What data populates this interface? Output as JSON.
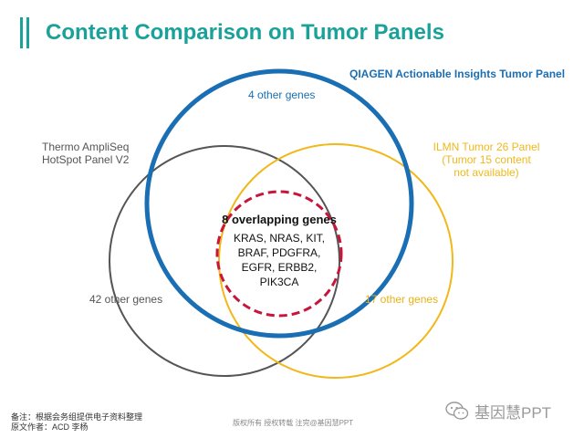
{
  "title": "Content Comparison on Tumor Panels",
  "panels": {
    "qiagen": {
      "label": "QIAGEN Actionable Insights Tumor Panel",
      "color": "#1a6eb4",
      "count_label": "4 other genes"
    },
    "thermo": {
      "label_line1": "Thermo AmpliSeq",
      "label_line2": "HotSpot Panel V2",
      "color": "#555555",
      "count_label": "42 other genes"
    },
    "ilmn": {
      "label_line1": "ILMN Tumor 26 Panel",
      "label_line2": "(Tumor 15 content",
      "label_line3": "not available)",
      "color": "#f1b81a",
      "count_label": "17 other genes"
    }
  },
  "overlap": {
    "title": "8 overlapping genes",
    "color": "#c8163b",
    "genes_lines": [
      "KRAS, NRAS, KIT,",
      "BRAF, PDGFRA,",
      "EGFR, ERBB2,",
      "PIK3CA"
    ]
  },
  "footer": {
    "note_line1": "备注：根据会务组提供电子资料整理",
    "note_line2": "原文作者：ACD 李杨",
    "copyright": "版权所有 授权转载 注完@基因慧PPT",
    "watermark": "基因慧PPT",
    "watermark_icon": "wechat-icon"
  },
  "theme": {
    "accent": "#1aa29a"
  }
}
